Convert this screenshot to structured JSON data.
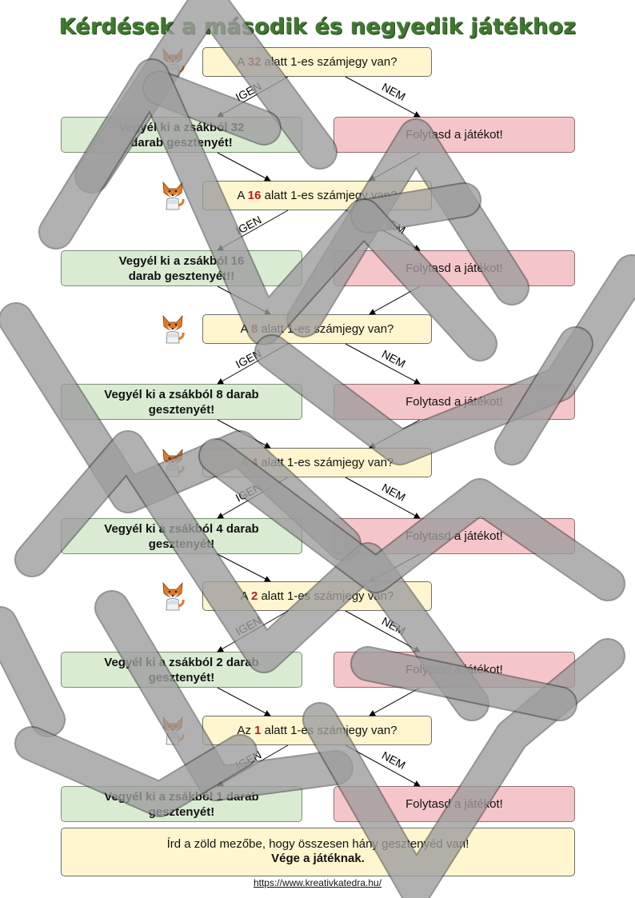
{
  "title": "Kérdések a második és negyedik játékhoz",
  "questions": [
    {
      "pre": "A ",
      "num": "32",
      "post": " alatt 1-es számjegy van?"
    },
    {
      "pre": "A ",
      "num": "16",
      "post": " alatt 1-es számjegy van?"
    },
    {
      "pre": "A ",
      "num": "8",
      "post": " alatt 1-es számjegy van?"
    },
    {
      "pre": "A ",
      "num": "4",
      "post": " alatt 1-es számjegy van?"
    },
    {
      "pre": "A ",
      "num": "2",
      "post": " alatt 1-es számjegy van?"
    },
    {
      "pre": "Az ",
      "num": "1",
      "post": " alatt 1-es számjegy van?"
    }
  ],
  "yes_boxes": [
    "Vegyél ki a zsákból 32 darab gesztenyét!",
    "Vegyél ki a zsákból 16 darab gesztenyét!!",
    "Vegyél ki a zsákból 8 darab gesztenyét!",
    "Vegyél ki a zsákból 4 darab gesztenyét!",
    "Vegyél ki a zsákból 2 darab gesztenyét!",
    "Vegyél ki a zsákból 1 darab gesztenyét!"
  ],
  "no_box_label": "Folytasd a játékot!",
  "labels": {
    "yes": "IGEN",
    "no": "NEM"
  },
  "end": {
    "line1": "Írd a zöld mezőbe, hogy összesen hány gesztenyéd van!",
    "line2": "Vége a játéknak."
  },
  "footer_link": "https://www.kreativkatedra.hu/",
  "colors": {
    "title": "#3d7a2e",
    "question_bg": "#fff6cf",
    "yes_bg": "#d9ecd2",
    "no_bg": "#f5c6c9",
    "number": "#b22222"
  },
  "icons": {
    "fox": "fox-icon"
  }
}
